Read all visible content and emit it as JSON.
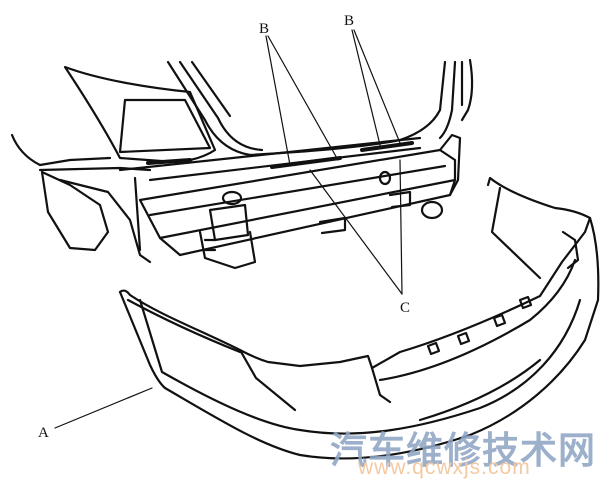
{
  "diagram": {
    "subject": "rear-bumper-exploded-view",
    "labels": {
      "a": "A",
      "b1": "B",
      "b2": "B",
      "c": "C"
    }
  },
  "watermark": {
    "site_name": "汽车维修技术网",
    "url": "www.qcwxjs.com",
    "colors": {
      "site_name": "#8fa6c4",
      "url": "#f3c9a2"
    }
  }
}
